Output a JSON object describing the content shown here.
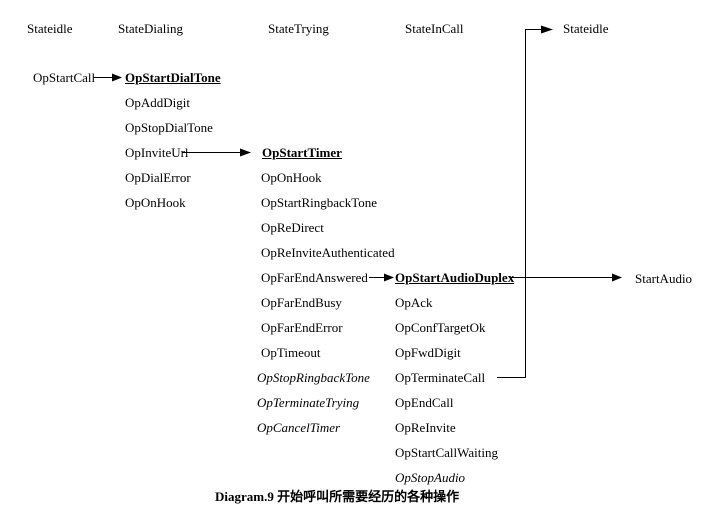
{
  "diagram": {
    "headers": {
      "state_idle_left": "Stateidle",
      "state_dialing": "StateDialing",
      "state_trying": "StateTrying",
      "state_incall": "StateInCall",
      "state_idle_right": "Stateidle"
    },
    "idle_column": {
      "trigger_op": "OpStartCall"
    },
    "dialing_column": {
      "entry_op": "OpStartDialTone",
      "ops": [
        "OpAddDigit",
        "OpStopDialTone",
        "OpInviteUrl",
        "OpDialError",
        "OpOnHook"
      ]
    },
    "trying_column": {
      "entry_op": "OpStartTimer",
      "ops": [
        "OpOnHook",
        "OpStartRingbackTone",
        "OpReDirect",
        "OpReInviteAuthenticated",
        "OpFarEndAnswered",
        "OpFarEndBusy",
        "OpFarEndError",
        "OpTimeout"
      ],
      "exit_ops": [
        "OpStopRingbackTone",
        "OpTerminateTrying",
        "OpCancelTimer"
      ]
    },
    "incall_column": {
      "entry_op": "OpStartAudioDuplex",
      "ops": [
        "OpAck",
        "OpConfTargetOk",
        "OpFwdDigit",
        "OpTerminateCall",
        "OpEndCall",
        "OpReInvite",
        "OpStartCallWaiting"
      ],
      "exit_ops": [
        "OpStopAudio"
      ]
    },
    "result_label": "StartAudio",
    "caption": "Diagram.9 开始呼叫所需要经历的各种操作",
    "line_color": "#000000",
    "background_color": "#ffffff"
  }
}
